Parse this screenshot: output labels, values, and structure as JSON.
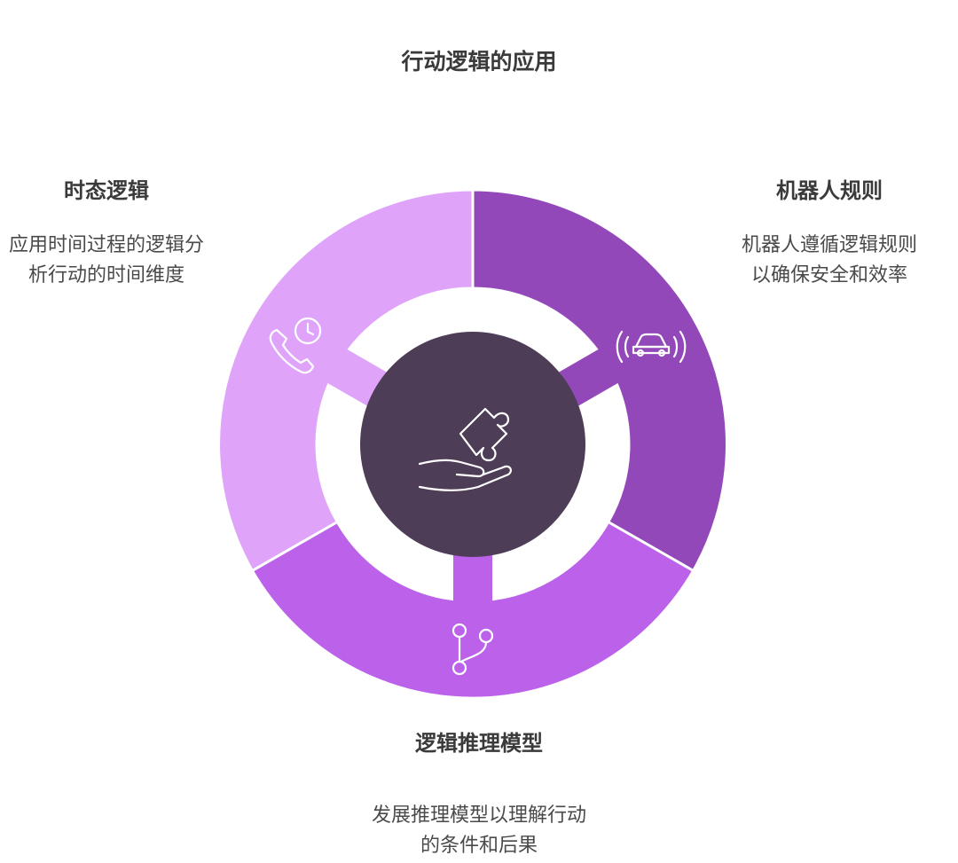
{
  "title": "行动逻辑的应用",
  "segments": [
    {
      "heading": "时态逻辑",
      "desc_line1": "应用时间过程的逻辑分",
      "desc_line2": "析行动的时间维度",
      "color": "#dfa4f9",
      "icon": "phone-clock-icon"
    },
    {
      "heading": "机器人规则",
      "desc_line1": "机器人遵循逻辑规则",
      "desc_line2": "以确保安全和效率",
      "color": "#9348ba",
      "icon": "autonomous-car-icon"
    },
    {
      "heading": "逻辑推理模型",
      "desc_line1": "发展推理模型以理解行动",
      "desc_line2": "的条件和后果",
      "color": "#bc62ea",
      "icon": "branch-icon"
    }
  ],
  "center": {
    "color": "#4e3d57",
    "icon": "hand-puzzle-icon"
  }
}
